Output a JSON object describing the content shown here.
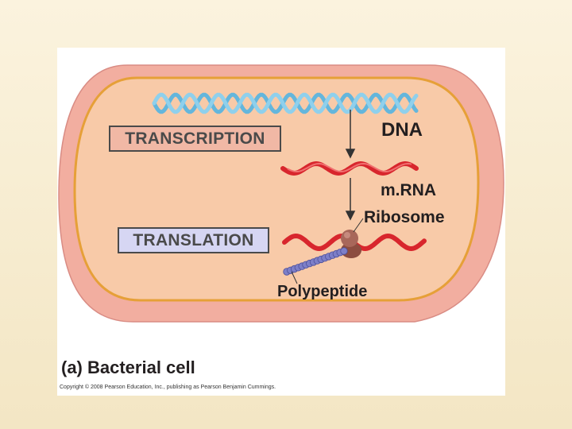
{
  "labels": {
    "transcription": "TRANSCRIPTION",
    "translation": "TRANSLATION",
    "dna": "DNA",
    "mrna": "m.RNA",
    "ribosome": "Ribosome",
    "polypeptide": "Polypeptide"
  },
  "caption": "(a) Bacterial cell",
  "copyright": "Copyright © 2008 Pearson Education, Inc., publishing as Pearson Benjamin Cummings.",
  "colors": {
    "background": "#f8efd6",
    "cell_wall": "#f4b4a6",
    "cytoplasm": "#f8caa8",
    "cell_border": "#e8a33d",
    "dna": "#5bb2d8",
    "mrna": "#d8262d",
    "ribosome": "#9a5a4a",
    "polypeptide": "#7d7fc8",
    "transcription_box": "#f1b8a5",
    "translation_box": "#d6d6f3"
  },
  "icons": [
    "dna-helix",
    "mrna-strand",
    "ribosome",
    "polypeptide-chain",
    "arrow-down"
  ]
}
